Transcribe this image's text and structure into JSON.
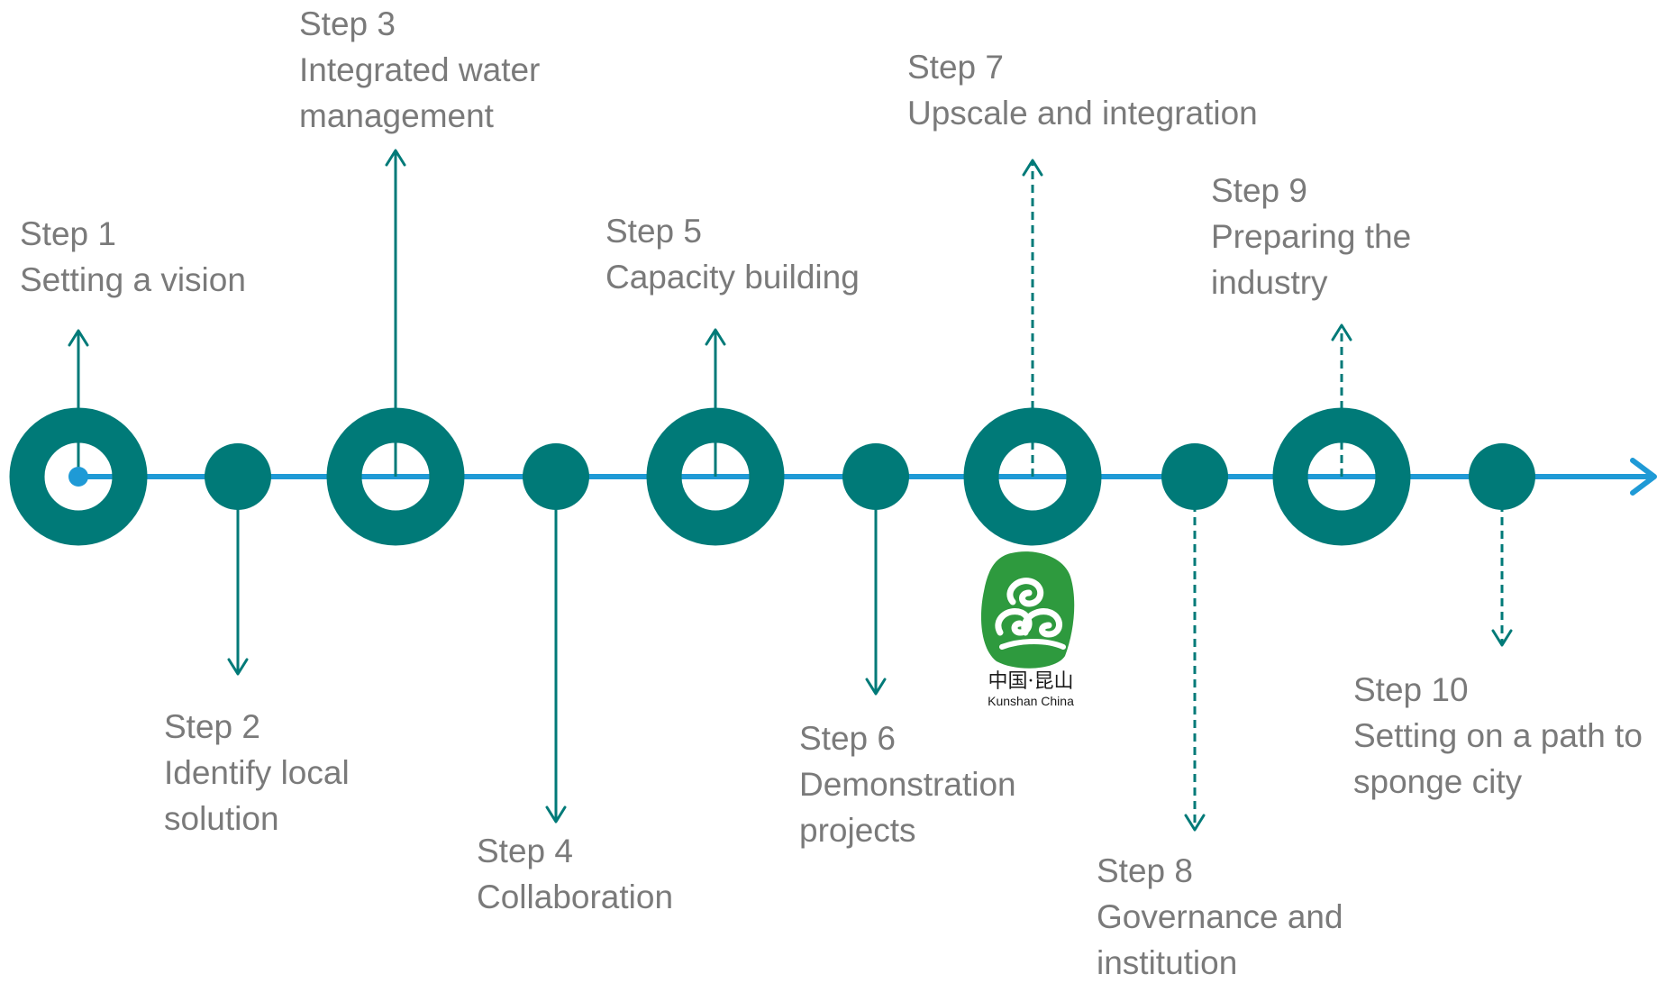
{
  "colors": {
    "teal": "#007a78",
    "axis_blue": "#1f9ad6",
    "label_gray": "#7a7a7a",
    "logo_green": "#2e9a3e"
  },
  "steps": [
    {
      "step": "Step 1",
      "lines": [
        "Setting a vision"
      ],
      "kind": "ring",
      "direction": "up",
      "style": "solid"
    },
    {
      "step": "Step 2",
      "lines": [
        "Identify local",
        "solution"
      ],
      "kind": "dot",
      "direction": "down",
      "style": "solid"
    },
    {
      "step": "Step 3",
      "lines": [
        "Integrated water",
        "management"
      ],
      "kind": "ring",
      "direction": "up",
      "style": "solid"
    },
    {
      "step": "Step 4",
      "lines": [
        "Collaboration"
      ],
      "kind": "dot",
      "direction": "down",
      "style": "solid"
    },
    {
      "step": "Step 5",
      "lines": [
        "Capacity building"
      ],
      "kind": "ring",
      "direction": "up",
      "style": "solid"
    },
    {
      "step": "Step 6",
      "lines": [
        "Demonstration",
        "projects"
      ],
      "kind": "dot",
      "direction": "down",
      "style": "solid"
    },
    {
      "step": "Step 7",
      "lines": [
        "Upscale and integration"
      ],
      "kind": "ring",
      "direction": "up",
      "style": "dashed"
    },
    {
      "step": "Step 8",
      "lines": [
        "Governance and",
        "institution"
      ],
      "kind": "dot",
      "direction": "down",
      "style": "dashed"
    },
    {
      "step": "Step 9",
      "lines": [
        "Preparing the",
        "industry"
      ],
      "kind": "ring",
      "direction": "up",
      "style": "dashed"
    },
    {
      "step": "Step 10",
      "lines": [
        "Setting on a path to",
        "sponge city"
      ],
      "kind": "dot",
      "direction": "down",
      "style": "dashed"
    }
  ],
  "logo": {
    "cn_text": "中国·昆山",
    "en_text": "Kunshan China"
  }
}
